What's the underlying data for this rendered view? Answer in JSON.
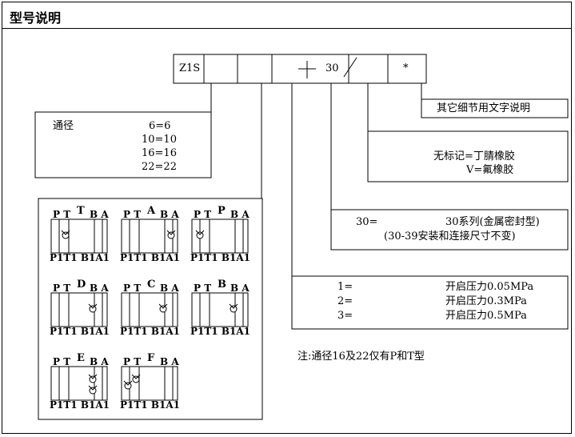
{
  "title": "型号说明",
  "code": {
    "prefix": "Z1S",
    "series": "30",
    "slash": "/",
    "star": "*"
  },
  "other": "其它细节用文字说明",
  "seal": {
    "line1": "无标记=丁腈橡胶",
    "line2": "V=氟橡胶"
  },
  "series_box": {
    "code": "30=",
    "desc": "30系列(金属密封型)",
    "note": "(30-39安装和连接尺寸不变)"
  },
  "pressure": [
    {
      "code": "1=",
      "desc": "开启压力0.05MPa"
    },
    {
      "code": "2=",
      "desc": "开启压力0.3MPa"
    },
    {
      "code": "3=",
      "desc": "开启压力0.5MPa"
    }
  ],
  "size": {
    "label": "通径",
    "rows": [
      "6=6",
      "10=10",
      "16=16",
      "22=22"
    ]
  },
  "note": "注:通径16及22仅有P和T型",
  "symbols": [
    {
      "type": "T",
      "top": "P T",
      "ba": "B A",
      "bottom": "P1T1  B1A1"
    },
    {
      "type": "A",
      "top": "P T",
      "ba": "B A",
      "bottom": "P1T1  B1A1"
    },
    {
      "type": "P",
      "top": "P T",
      "ba": "B A",
      "bottom": "P1T1  B1A1"
    },
    {
      "type": "D",
      "top": "P T",
      "ba": "B A",
      "bottom": "P1T1  B1A1"
    },
    {
      "type": "C",
      "top": "P T",
      "ba": "B A",
      "bottom": "P1T1  B1A1"
    },
    {
      "type": "B",
      "top": "P T",
      "ba": "B A",
      "bottom": "P1T1  B1A1"
    },
    {
      "type": "E",
      "top": "P T",
      "ba": "B A",
      "bottom": "P1T1  B1A1"
    },
    {
      "type": "F",
      "top": "P T",
      "ba": "B A",
      "bottom": "P1T1  B1A1"
    }
  ]
}
